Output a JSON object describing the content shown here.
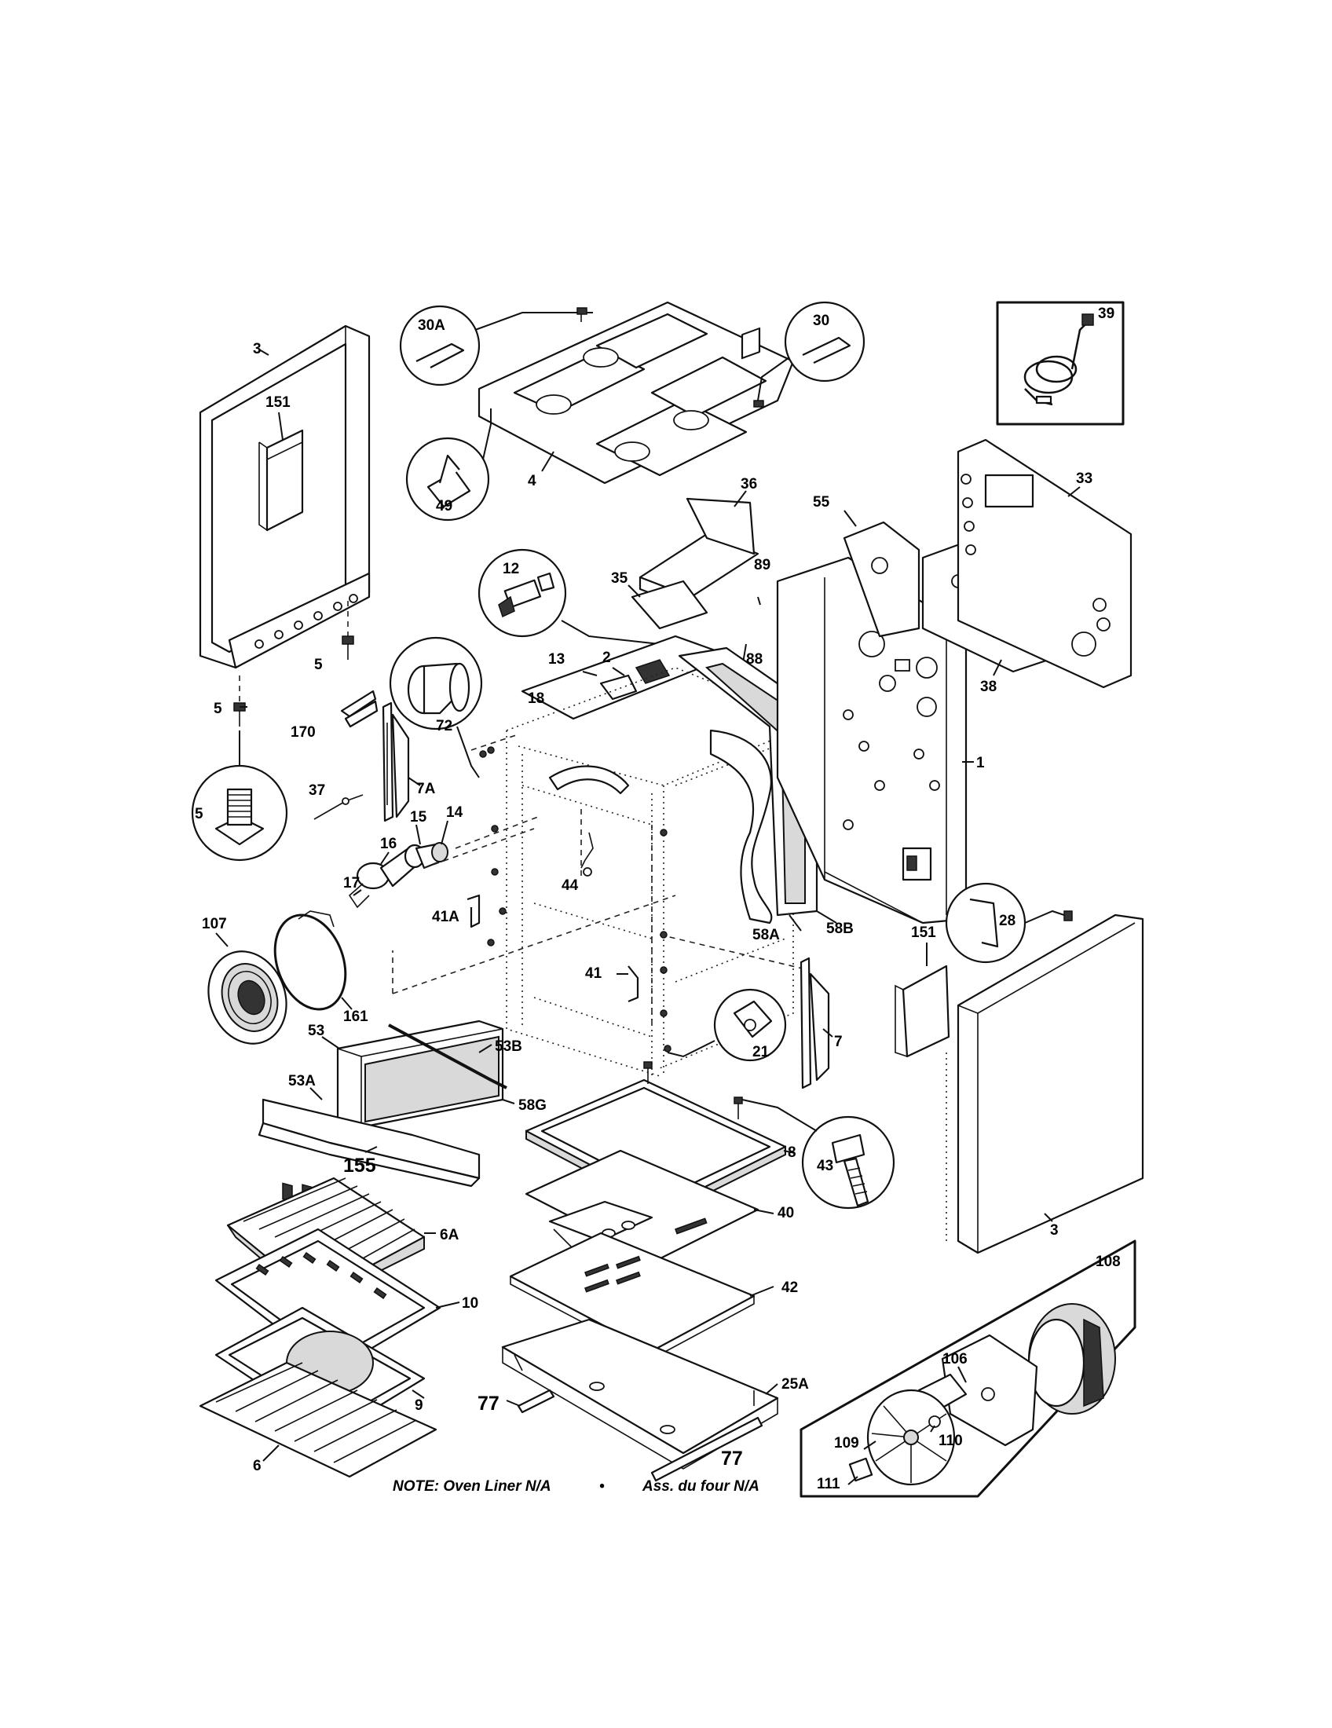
{
  "diagram": {
    "labels": {
      "p3a": "3",
      "p151a": "151",
      "p5a": "5",
      "p5b": "5",
      "p5c": "5",
      "p170": "170",
      "p72": "72",
      "p37": "37",
      "p7A": "7A",
      "p14": "14",
      "p15": "15",
      "p16": "16",
      "p17": "17",
      "p41A": "41A",
      "p107": "107",
      "p161": "161",
      "p53": "53",
      "p53B": "53B",
      "p53A": "53A",
      "p58G": "58G",
      "p155": "155",
      "p6A": "6A",
      "p10": "10",
      "p9": "9",
      "p6": "6",
      "p30A": "30A",
      "p30": "30",
      "p49": "49",
      "p4": "4",
      "p36": "36",
      "p12": "12",
      "p35": "35",
      "p89": "89",
      "p88": "88",
      "p13": "13",
      "p2": "2",
      "p18": "18",
      "p44": "44",
      "p41": "41",
      "p21": "21",
      "p58A": "58A",
      "p58B": "58B",
      "p55": "55",
      "p33": "33",
      "p38": "38",
      "p1": "1",
      "p39": "39",
      "p7": "7",
      "p8": "8",
      "p43": "43",
      "p40": "40",
      "p42": "42",
      "p25A": "25A",
      "p77a": "77",
      "p77b": "77",
      "p151b": "151",
      "p28": "28",
      "p3b": "3",
      "p108": "108",
      "p106": "106",
      "p109": "109",
      "p110": "110",
      "p111": "111"
    },
    "note": {
      "left": "NOTE: Oven Liner N/A",
      "bullet": "•",
      "right": "Ass. du four N/A"
    }
  }
}
